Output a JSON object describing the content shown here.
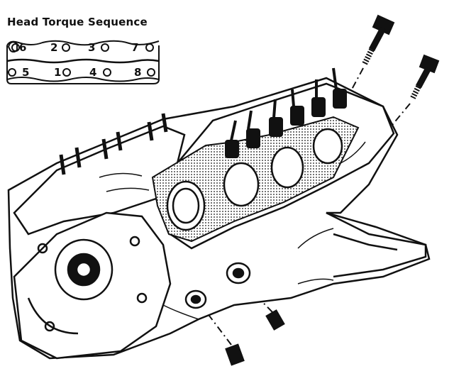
{
  "diagram": {
    "title": "Head Torque Sequence",
    "sequence_top": [
      "6",
      "2",
      "3",
      "7"
    ],
    "sequence_bottom": [
      "5",
      "1",
      "4",
      "8"
    ],
    "colors": {
      "ink": "#111111",
      "paper": "#ffffff"
    }
  }
}
